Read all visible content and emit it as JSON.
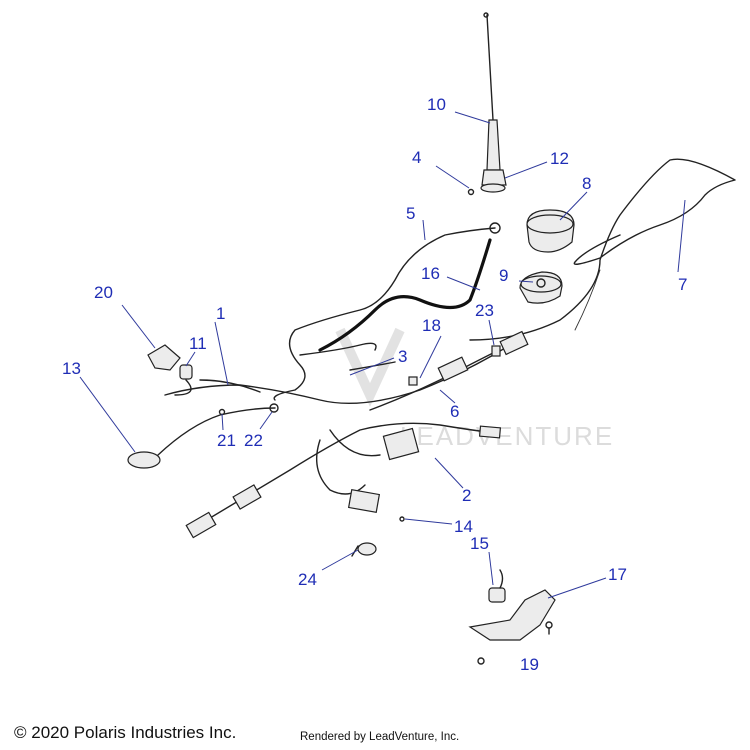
{
  "callouts": {
    "c1": "1",
    "c2": "2",
    "c3": "3",
    "c4": "4",
    "c5": "5",
    "c6": "6",
    "c7": "7",
    "c8": "8",
    "c9": "9",
    "c10": "10",
    "c11": "11",
    "c12": "12",
    "c13": "13",
    "c14": "14",
    "c15": "15",
    "c16": "16",
    "c17": "17",
    "c18": "18",
    "c19": "19",
    "c20": "20",
    "c21": "21",
    "c22": "22",
    "c23": "23",
    "c24": "24"
  },
  "watermark": "LEADVENTURE",
  "footer": {
    "copyright": "© 2020 Polaris Industries Inc.",
    "rendered_by": "Rendered by LeadVenture, Inc."
  },
  "colors": {
    "callout": "#1f2db5",
    "line": "#222222"
  }
}
